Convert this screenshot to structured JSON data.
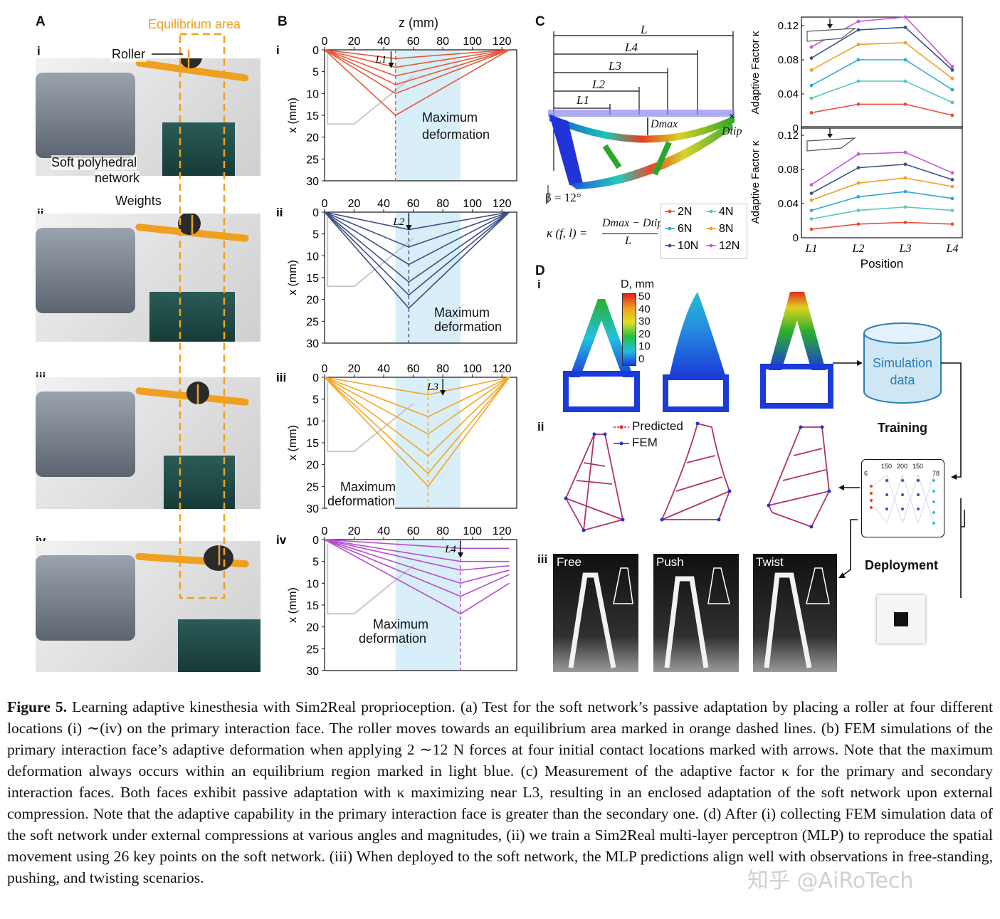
{
  "panels": {
    "A": {
      "label": "A",
      "equilibrium_label": "Equilibrium area",
      "roman": [
        "i",
        "ii",
        "iii",
        "iv"
      ],
      "callouts": {
        "roller": "Roller",
        "network_line1": "Soft polyhedral",
        "network_line2": "network",
        "weights": "Weights"
      }
    },
    "B": {
      "label": "B",
      "top_axis_label": "z (mm)",
      "y_axis_label": "x (mm)",
      "roman": [
        "i",
        "ii",
        "iii",
        "iv"
      ],
      "markers": [
        "L1",
        "L2",
        "L3",
        "L4"
      ],
      "callout_line1": "Maximum",
      "callout_line2": "deformation"
    },
    "C": {
      "label": "C",
      "lengths": [
        "L",
        "L4",
        "L3",
        "L2",
        "L1"
      ],
      "dmax": "Dmax",
      "dtip": "Dtip",
      "beta": "β = 12°",
      "formula_left": "κ (f, l) =",
      "formula_num": "Dmax − Dtip",
      "formula_den": "L",
      "legend": [
        "2N",
        "4N",
        "6N",
        "8N",
        "10N",
        "12N"
      ],
      "y_axis_label": "Adaptive Factor κ",
      "x_axis_label": "Position",
      "x_ticks": [
        "L1",
        "L2",
        "L3",
        "L4"
      ]
    },
    "D": {
      "label": "D",
      "roman": [
        "i",
        "ii",
        "iii"
      ],
      "colorbar_title": "D, mm",
      "colorbar_ticks": [
        "50",
        "40",
        "30",
        "20",
        "10",
        "0"
      ],
      "simulation_line1": "Simulation",
      "simulation_line2": "data",
      "legend_predicted": "Predicted",
      "legend_fem": "FEM",
      "training": "Training",
      "deployment": "Deployment",
      "mlp_layers": [
        "6",
        "150",
        "200",
        "150",
        "78"
      ],
      "photo_labels": [
        "Free",
        "Push",
        "Twist"
      ]
    }
  },
  "chart_data": [
    {
      "type": "line",
      "title": "",
      "panel": "B-i",
      "xlabel": "z (mm)",
      "ylabel": "x (mm)",
      "xlim": [
        0,
        130
      ],
      "ylim": [
        0,
        30
      ],
      "x_ticks": [
        0,
        20,
        40,
        60,
        80,
        100,
        120
      ],
      "y_ticks": [
        0,
        5,
        10,
        15,
        20,
        25,
        30
      ],
      "contact_z": 45,
      "max_deformation_z": 48,
      "equilibrium_band": [
        48,
        92
      ],
      "color": "#e8583b",
      "series": [
        {
          "x": [
            0,
            48,
            125
          ],
          "y": [
            0,
            2,
            0
          ]
        },
        {
          "x": [
            0,
            48,
            125
          ],
          "y": [
            0,
            4,
            0
          ]
        },
        {
          "x": [
            0,
            48,
            125
          ],
          "y": [
            0,
            6,
            0
          ]
        },
        {
          "x": [
            0,
            48,
            125
          ],
          "y": [
            0,
            8,
            0
          ]
        },
        {
          "x": [
            0,
            48,
            125
          ],
          "y": [
            0,
            10,
            0
          ]
        },
        {
          "x": [
            0,
            48,
            125
          ],
          "y": [
            0,
            15,
            0
          ]
        }
      ]
    },
    {
      "type": "line",
      "title": "",
      "panel": "B-ii",
      "xlabel": "z (mm)",
      "ylabel": "x (mm)",
      "xlim": [
        0,
        130
      ],
      "ylim": [
        0,
        30
      ],
      "x_ticks": [
        0,
        20,
        40,
        60,
        80,
        100,
        120
      ],
      "y_ticks": [
        0,
        5,
        10,
        15,
        20,
        25,
        30
      ],
      "contact_z": 57,
      "max_deformation_z": 57,
      "equilibrium_band": [
        48,
        92
      ],
      "color": "#3d4f86",
      "series": [
        {
          "x": [
            0,
            57,
            125
          ],
          "y": [
            0,
            4,
            0
          ]
        },
        {
          "x": [
            0,
            57,
            125
          ],
          "y": [
            0,
            8,
            0
          ]
        },
        {
          "x": [
            0,
            57,
            125
          ],
          "y": [
            0,
            12,
            0
          ]
        },
        {
          "x": [
            0,
            57,
            125
          ],
          "y": [
            0,
            16,
            0
          ]
        },
        {
          "x": [
            0,
            57,
            125
          ],
          "y": [
            0,
            19,
            0
          ]
        },
        {
          "x": [
            0,
            57,
            125
          ],
          "y": [
            0,
            22,
            0
          ]
        }
      ]
    },
    {
      "type": "line",
      "title": "",
      "panel": "B-iii",
      "xlabel": "z (mm)",
      "ylabel": "x (mm)",
      "xlim": [
        0,
        130
      ],
      "ylim": [
        0,
        30
      ],
      "x_ticks": [
        0,
        20,
        40,
        60,
        80,
        100,
        120
      ],
      "y_ticks": [
        0,
        5,
        10,
        15,
        20,
        25,
        30
      ],
      "contact_z": 80,
      "max_deformation_z": 70,
      "equilibrium_band": [
        48,
        92
      ],
      "color": "#f5a623",
      "series": [
        {
          "x": [
            0,
            70,
            125
          ],
          "y": [
            0,
            4,
            0
          ]
        },
        {
          "x": [
            0,
            70,
            125
          ],
          "y": [
            0,
            9,
            0
          ]
        },
        {
          "x": [
            0,
            70,
            125
          ],
          "y": [
            0,
            13,
            0
          ]
        },
        {
          "x": [
            0,
            70,
            125
          ],
          "y": [
            0,
            18,
            0
          ]
        },
        {
          "x": [
            0,
            70,
            125
          ],
          "y": [
            0,
            22,
            0
          ]
        },
        {
          "x": [
            0,
            70,
            125
          ],
          "y": [
            0,
            25,
            0
          ]
        }
      ]
    },
    {
      "type": "line",
      "title": "",
      "panel": "B-iv",
      "xlabel": "z (mm)",
      "ylabel": "x (mm)",
      "xlim": [
        0,
        130
      ],
      "ylim": [
        0,
        30
      ],
      "x_ticks": [
        0,
        20,
        40,
        60,
        80,
        100,
        120
      ],
      "y_ticks": [
        0,
        5,
        10,
        15,
        20,
        25,
        30
      ],
      "contact_z": 92,
      "max_deformation_z": 92,
      "equilibrium_band": [
        48,
        92
      ],
      "color": "#b64cd0",
      "series": [
        {
          "x": [
            0,
            92,
            125
          ],
          "y": [
            0,
            2,
            2
          ]
        },
        {
          "x": [
            0,
            92,
            125
          ],
          "y": [
            0,
            5,
            5
          ]
        },
        {
          "x": [
            0,
            92,
            125
          ],
          "y": [
            0,
            7,
            6
          ]
        },
        {
          "x": [
            0,
            92,
            125
          ],
          "y": [
            0,
            10,
            7
          ]
        },
        {
          "x": [
            0,
            92,
            125
          ],
          "y": [
            0,
            13,
            8
          ]
        },
        {
          "x": [
            0,
            92,
            125
          ],
          "y": [
            0,
            17,
            10
          ]
        }
      ]
    },
    {
      "type": "line",
      "title": "",
      "panel": "C-primary",
      "ylabel": "Adaptive Factor κ",
      "categories": [
        "L1",
        "L2",
        "L3",
        "L4"
      ],
      "ylim": [
        0,
        0.13
      ],
      "y_ticks": [
        0,
        0.04,
        0.08,
        0.12
      ],
      "series": [
        {
          "name": "2N",
          "color": "#e84f3d",
          "values": [
            0.018,
            0.028,
            0.028,
            0.015
          ]
        },
        {
          "name": "4N",
          "color": "#58c7be",
          "values": [
            0.035,
            0.055,
            0.055,
            0.03
          ]
        },
        {
          "name": "6N",
          "color": "#2fa7d8",
          "values": [
            0.05,
            0.08,
            0.08,
            0.045
          ]
        },
        {
          "name": "8N",
          "color": "#f0a028",
          "values": [
            0.068,
            0.098,
            0.1,
            0.058
          ]
        },
        {
          "name": "10N",
          "color": "#3b4f8a",
          "values": [
            0.082,
            0.115,
            0.118,
            0.068
          ]
        },
        {
          "name": "12N",
          "color": "#c557d8",
          "values": [
            0.095,
            0.125,
            0.13,
            0.072
          ]
        }
      ]
    },
    {
      "type": "line",
      "title": "",
      "panel": "C-secondary",
      "ylabel": "Adaptive Factor κ",
      "xlabel": "Position",
      "categories": [
        "L1",
        "L2",
        "L3",
        "L4"
      ],
      "ylim": [
        0,
        0.13
      ],
      "y_ticks": [
        0,
        0.04,
        0.08,
        0.12
      ],
      "series": [
        {
          "name": "2N",
          "color": "#e84f3d",
          "values": [
            0.01,
            0.016,
            0.018,
            0.016
          ]
        },
        {
          "name": "4N",
          "color": "#58c7be",
          "values": [
            0.022,
            0.032,
            0.036,
            0.032
          ]
        },
        {
          "name": "6N",
          "color": "#2fa7d8",
          "values": [
            0.032,
            0.048,
            0.054,
            0.046
          ]
        },
        {
          "name": "8N",
          "color": "#f0a028",
          "values": [
            0.044,
            0.064,
            0.07,
            0.06
          ]
        },
        {
          "name": "10N",
          "color": "#3b4f8a",
          "values": [
            0.052,
            0.082,
            0.086,
            0.068
          ]
        },
        {
          "name": "12N",
          "color": "#c557d8",
          "values": [
            0.062,
            0.098,
            0.1,
            0.076
          ]
        }
      ]
    }
  ],
  "caption": {
    "figure_label": "Figure 5.",
    "text": "Learning adaptive kinesthesia with Sim2Real proprioception. (a) Test for the soft network’s passive adaptation by placing a roller at four different locations (i) ∼(iv) on the primary interaction face. The roller moves towards an equilibrium area marked in orange dashed lines. (b) FEM simulations of the primary interaction face’s adaptive deformation when applying 2 ∼12 N forces at four initial contact locations marked with arrows. Note that the maximum deformation always occurs within an equilibrium region marked in light blue. (c) Measurement of the adaptive factor κ for the primary and secondary interaction faces. Both faces exhibit passive adaptation with κ maximizing near L3, resulting in an enclosed adaptation of the soft network upon external compression. Note that the adaptive capability in the primary interaction face is greater than the secondary one. (d) After (i) collecting FEM simulation data of the soft network under external compressions at various angles and magnitudes, (ii) we train a Sim2Real multi-layer perceptron (MLP) to reproduce the spatial movement using 26 key points on the soft network. (iii) When deployed to the soft network, the MLP predictions align well with observations in free-standing, pushing, and twisting scenarios."
  },
  "watermark": "知乎 @AiRoTech",
  "colors": {
    "orange": "#f0a020",
    "equilibrium_blue": "#d8eef8",
    "fem_blue": "#2233cc",
    "predicted_red": "#dd2233"
  }
}
